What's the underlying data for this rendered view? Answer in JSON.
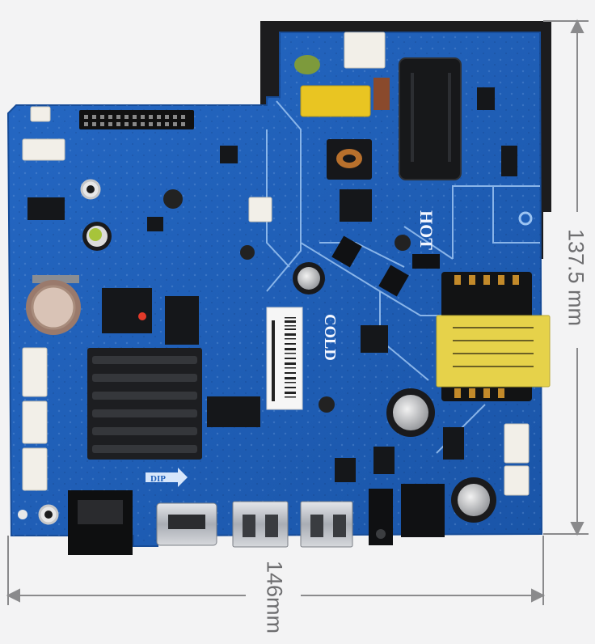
{
  "dimensions": {
    "height_label": "137.5 mm",
    "width_label": "146mm"
  },
  "board_text": {
    "hot": "HOT",
    "cold": "COLD",
    "dip": "DIP"
  },
  "colors": {
    "pcb_blue": "#1f5fb8",
    "pcb_edge": "#174c98",
    "trace_light": "#9cc4f2",
    "transformer_yellow": "#e6d24a",
    "background": "#f3f3f4",
    "dimension_line": "#8a8a8c"
  }
}
